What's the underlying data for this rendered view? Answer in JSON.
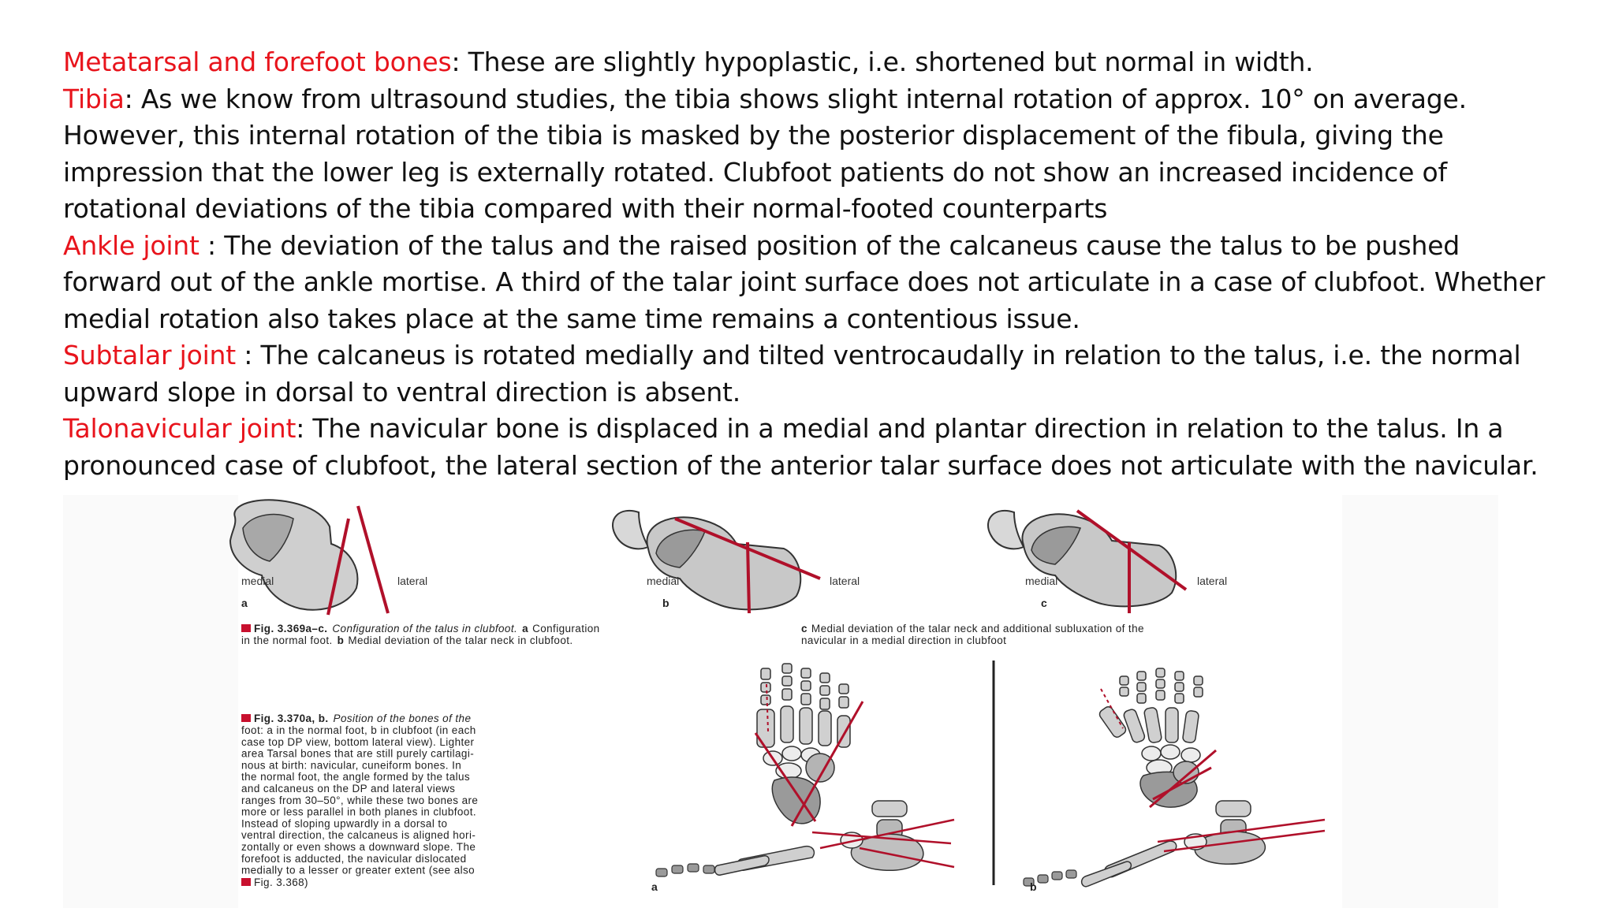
{
  "paragraphs": [
    {
      "term": "Metatarsal and forefoot bones",
      "text": ": These are slightly hypoplastic, i.e. shortened but normal in width."
    },
    {
      "term": "Tibia",
      "text": ": As we know from ultrasound studies, the tibia shows slight internal rotation of approx. 10° on average. However, this internal rotation of the tibia is masked by the posterior displacement of the fibula, giving the impression that the lower leg is externally rotated. Clubfoot patients do not show an increased incidence of rotational deviations of the tibia compared with their normal-footed counterparts"
    },
    {
      "term": "Ankle joint",
      "text": " : The deviation of the talus and the raised position of the calcaneus cause the talus to be pushed forward out of the ankle mortise. A third of the talar joint surface does not articulate in a case of clubfoot. Whether medial rotation also takes place at the same time remains a contentious issue."
    },
    {
      "term": "Subtalar joint",
      "text": " : The calcaneus is rotated medially and tilted ventrocaudally in relation to the talus, i.e. the normal upward slope in dorsal to ventral direction is absent."
    },
    {
      "term": "Talonavicular joint",
      "text": ": The navicular bone is displaced in a medial and plantar direction in relation to the talus. In a pronounced case of clubfoot, the lateral section of the anterior talar surface does not articulate with the navicular."
    }
  ],
  "fig369": {
    "panels": [
      {
        "medial": "medial",
        "lateral": "lateral",
        "letter": "a"
      },
      {
        "medial": "medial",
        "lateral": "lateral",
        "letter": "b"
      },
      {
        "medial": "medial",
        "lateral": "lateral",
        "letter": "c"
      }
    ],
    "caption_ref": "Fig. 3.369a–c.",
    "caption_title": "Configuration of the talus in clubfoot.",
    "caption_a_label": "a",
    "caption_a_text": "Configuration",
    "caption_line2": "in the normal foot.",
    "caption_b_label": "b",
    "caption_b_text": "Medial deviation of the talar neck in clubfoot.",
    "caption_c_label": "c",
    "caption_c_line1": "Medial deviation of the talar neck and additional subluxation of the",
    "caption_c_line2": "navicular in a medial direction in clubfoot"
  },
  "fig370": {
    "caption_ref": "Fig. 3.370a, b.",
    "caption_title": "Position of the bones of the",
    "lines": [
      "foot: a in the normal foot, b in clubfoot (in each",
      "case top DP view, bottom lateral view). Lighter",
      "area Tarsal bones that are still purely cartilagi-",
      "nous at birth: navicular, cuneiform bones. In",
      "the normal foot, the angle formed by the talus",
      "and calcaneus on the DP and lateral views",
      "ranges from 30–50°, while these two bones are",
      "more or less parallel in both planes in clubfoot.",
      "Instead of sloping upwardly in a dorsal to",
      "ventral direction, the calcaneus is aligned hori-",
      "zontally or even shows a downward slope. The",
      "forefoot is adducted, the navicular dislocated",
      "medially to a lesser or greater extent (see also"
    ],
    "last_ref": "Fig. 3.368)",
    "panel_a": "a",
    "panel_b": "b"
  },
  "colors": {
    "term": "#e8141c",
    "line": "#b0102a",
    "bone": "#c8c8c8",
    "bone_light": "#e6e6e6"
  }
}
